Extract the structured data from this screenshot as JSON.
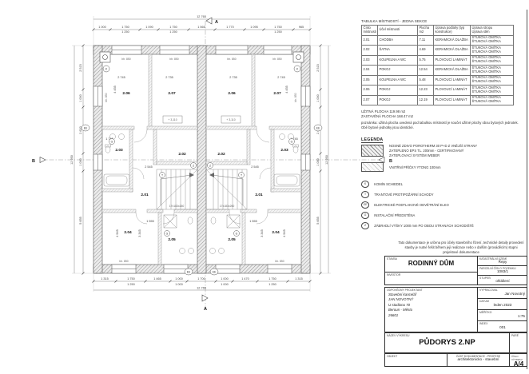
{
  "plan": {
    "marks": {
      "a": "A",
      "b": "B"
    },
    "dims": {
      "top_total": "12 765",
      "top": [
        "1 000",
        "1 750",
        "1 090",
        "1 750",
        "1 565",
        "1 770",
        "1 095",
        "1 750",
        "965"
      ],
      "sub1250": "1 250",
      "sub1000": "1 000",
      "bottom": [
        "1 315",
        "1 750",
        "1 465",
        "1 000",
        "1 700",
        "1 000",
        "1 470",
        "1 750",
        "1 315"
      ],
      "bottom_total": "12 765",
      "side": [
        "2 515",
        "1 000",
        "2 620",
        "1 000",
        "5 655"
      ],
      "side_total": "12 950",
      "room_w_outer": "2 745",
      "room_w_inner": "2 735",
      "room_h": "4 455",
      "bath_w": "1 745",
      "stair_w": "2 545",
      "pokoj_h": "4 945",
      "pokoj_h2": "3 345",
      "d1555": "1 555"
    },
    "labels": {
      "rooms_top": [
        "2.06",
        "2.07",
        "2.06",
        "2.07"
      ],
      "rooms_mid": [
        "2.03",
        "2.02",
        "2.02",
        "2.03"
      ],
      "corridor": "2.01",
      "rooms_bottom": [
        "2.04",
        "2.05",
        "2.05",
        "2.04"
      ],
      "level": "+ 3,110",
      "sill": "bh. 850",
      "stair": "17x183x260"
    },
    "symbols": {
      "k": "K",
      "t": "T",
      "ee": "EE",
      "g": "G",
      "z": "Z"
    }
  },
  "room_table": {
    "title": "TABULKA MÍSTNOSTÍ - JEDNA SEKCE",
    "headers": {
      "no": "Číslo místnosti",
      "name": "Účel místnosti",
      "area": "Plocha m2",
      "floor": "Úprava podlahy (typ konstrukce)",
      "ceiling": "Úprava stropu",
      "walls": "Úprava stěn"
    },
    "rows": [
      {
        "no": "2.01",
        "name": "CHODBA",
        "area": "7.11",
        "floor": "KERAMICKÁ DLAŽBA",
        "ceiling": "ŠTUKOVÁ OMÍTKA",
        "walls": "ŠTUKOVÁ OMÍTKA"
      },
      {
        "no": "2.02",
        "name": "ŠATNA",
        "area": "4.69",
        "floor": "KERAMICKÁ DLAŽBA",
        "ceiling": "ŠTUKOVÁ OMÍTKA",
        "walls": "ŠTUKOVÁ OMÍTKA"
      },
      {
        "no": "2.03",
        "name": "KOUPELNA A WC",
        "area": "5.75",
        "floor": "PLOVOUCÍ LAMINÁT",
        "ceiling": "ŠTUKOVÁ OMÍTKA",
        "walls": "ŠTUKOVÁ OMÍTKA"
      },
      {
        "no": "2.04",
        "name": "POKOJ",
        "area": "12.54",
        "floor": "KERAMICKÁ DLAŽBA",
        "ceiling": "ŠTUKOVÁ OMÍTKA",
        "walls": "ŠTUKOVÁ OMÍTKA"
      },
      {
        "no": "2.05",
        "name": "KOUPELNA A WC",
        "area": "5.48",
        "floor": "PLOVOUCÍ LAMINÁT",
        "ceiling": "ŠTUKOVÁ OMÍTKA",
        "walls": "ŠTUKOVÁ OMÍTKA"
      },
      {
        "no": "2.06",
        "name": "POKOJ",
        "area": "12.23",
        "floor": "PLOVOUCÍ LAMINÁT",
        "ceiling": "ŠTUKOVÁ OMÍTKA",
        "walls": "ŠTUKOVÁ OMÍTKA"
      },
      {
        "no": "2.07",
        "name": "POKOJ",
        "area": "12.19",
        "floor": "PLOVOUCÍ LAMINÁT",
        "ceiling": "ŠTUKOVÁ OMÍTKA",
        "walls": "ŠTUKOVÁ OMÍTKA"
      }
    ],
    "footer": [
      "UŽITNÁ PLOCHA 119.98 m2",
      "ZASTAVĚNÁ PLOCHA 168.47 m2"
    ],
    "note": "poznámka: užitná plocha uvedená pod tabulkou místností je součet užitné plochy obou bytových jednotek. Obě bytové jednotky jsou identické."
  },
  "legend": {
    "heading": "LEGENDA",
    "wall_item": [
      "NOSNÉ ZDIVO POROTHERM 30 P+D Z VNĚJŠÍ STRANY",
      "ZATEPLENO EPS TL. 200mm - CERTIFIKOVANÝ",
      "ZATEPLOVACÍ SYSTÉM WEBER"
    ],
    "partition_item": "VNITŘNÍ PŘÍČKY YTONG 100mm",
    "symbols": [
      {
        "key": "K",
        "text": "KOMÍN SCHIEDEL"
      },
      {
        "key": "T",
        "text": "TRANTOVÉ PROTIPOŽÁRNÍ SCHODY"
      },
      {
        "key": "EE",
        "text": "ELEKTRICKÉ PODTLAKOVÉ ODVĚTRÁNÍ ELKO"
      },
      {
        "key": "G",
        "text": "INSTALAČNÍ PŘEDSTĚNA"
      },
      {
        "key": "Z",
        "text": "ZÁBRADLÍ VÝŠKY 1000 mm PO OBOU STRANÁCH SCHODIŠTĚ"
      }
    ]
  },
  "disclaimer": [
    "Tato dokumentace je určena pro účely stavebního řízení, technické detaily provedení",
    "stavby je nutné řešit během její realizace  nebo v dalším (prováděcím) stupni",
    "projektové dokumentace"
  ],
  "titleblock": {
    "stavba_label": "STAVBA",
    "stavba": "RODINNÝ DŮM",
    "investor_label": "INVESTOR",
    "ku_label": "KATASTRÁLNÍ ÚZEMÍ",
    "ku": "Řepy",
    "parcela_label": "PARCELNÍ ČÍSLO POZEMKU",
    "parcela": "1083/1",
    "stupen_label": "STUPEŇ",
    "stupen": "ohlášení",
    "projektant_label": "ODPOVĚDNÝ PROJEKTANT",
    "projektant": [
      "Stavební kancelář",
      "JAN NOVOTNÝ",
      "U stadionu 70",
      "Beroun - Město",
      "26601"
    ],
    "vypracoval_label": "VYPRACOVAL",
    "vypracoval": "Jan Novotný",
    "datum_label": "DATUM",
    "datum": "leden 2023",
    "meritko_label": "MĚŘÍTKO",
    "meritko": "1:75",
    "index_label": "INDEX",
    "index": "001",
    "nazev_label": "NÁZEV VÝKRESU",
    "nazev": "PŮDORYS 2.NP",
    "pare_label": "PARÉ",
    "objekt_label": "OBJEKT",
    "cast_label": "ČÁST DOKUMENTACE - PROFESE",
    "cast": "architektonicko - stavební",
    "cislo_label": "ČÍSLO VÝKRESU",
    "cislo": "A/4"
  }
}
